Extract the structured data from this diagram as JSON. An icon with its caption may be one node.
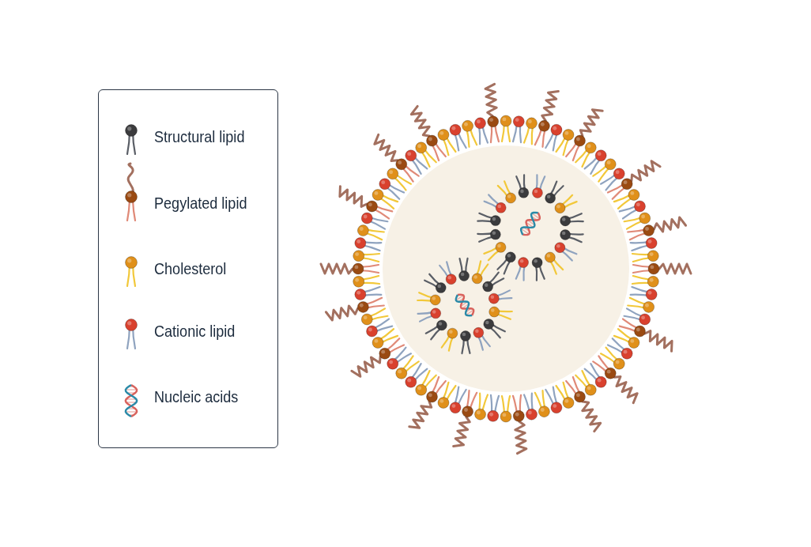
{
  "diagram": {
    "legend": [
      {
        "text": "Structural lipid"
      },
      {
        "text": "Pegylated lipid"
      },
      {
        "text": "Cholesterol"
      },
      {
        "text": "Cationic lipid"
      },
      {
        "text": "Nucleic acids"
      }
    ]
  }
}
